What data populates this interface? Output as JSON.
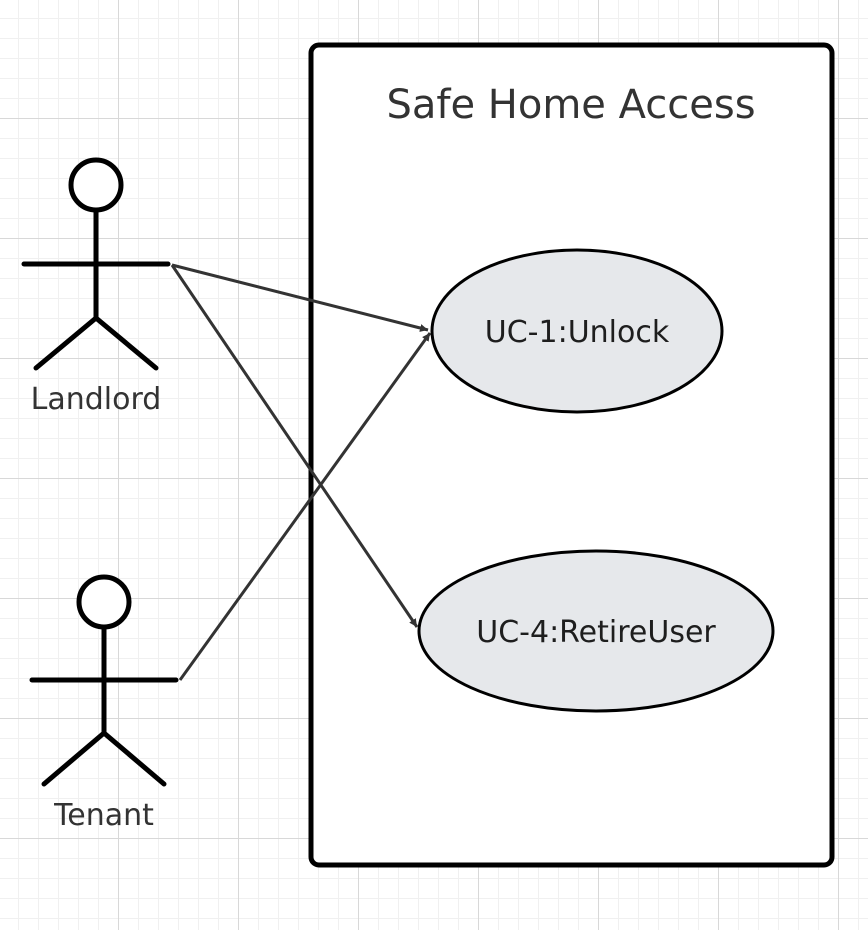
{
  "system": {
    "title": "Safe Home Access"
  },
  "actors": [
    {
      "name": "Landlord"
    },
    {
      "name": "Tenant"
    }
  ],
  "use_cases": [
    {
      "label": "UC-1:Unlock"
    },
    {
      "label": "UC-4:RetireUser"
    }
  ],
  "associations": [
    {
      "from": "Landlord",
      "to": "UC-1:Unlock"
    },
    {
      "from": "Landlord",
      "to": "UC-4:RetireUser"
    },
    {
      "from": "Tenant",
      "to": "UC-1:Unlock"
    }
  ],
  "colors": {
    "use_case_fill": "#e6e8eb",
    "line": "#333333",
    "outline": "#000000"
  }
}
